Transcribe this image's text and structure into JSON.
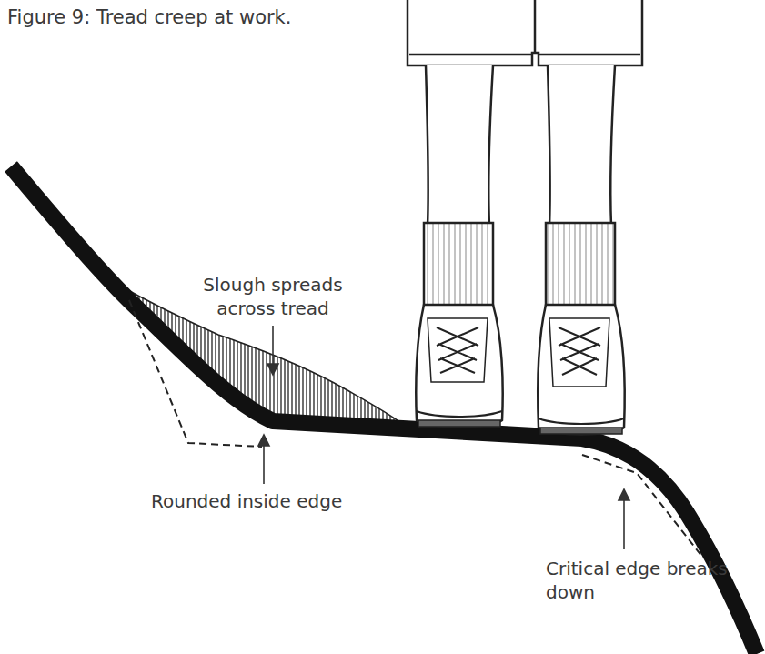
{
  "diagram": {
    "title": "Figure 9: Tread creep at work.",
    "labels": [
      "Slough spreads across tread",
      "Rounded inside edge",
      "Critical edge breaks down"
    ]
  }
}
